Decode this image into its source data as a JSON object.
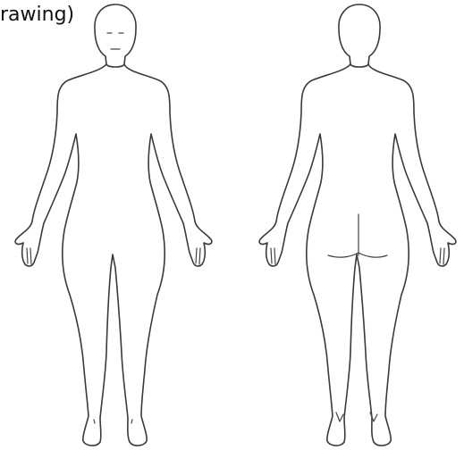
{
  "caption": "rawing)",
  "figures": {
    "front": {
      "icon": "human-body-front-outline"
    },
    "back": {
      "icon": "human-body-back-outline"
    }
  },
  "colors": {
    "background": "#ffffff",
    "outline": "#3a3a3a",
    "text": "#111111"
  }
}
